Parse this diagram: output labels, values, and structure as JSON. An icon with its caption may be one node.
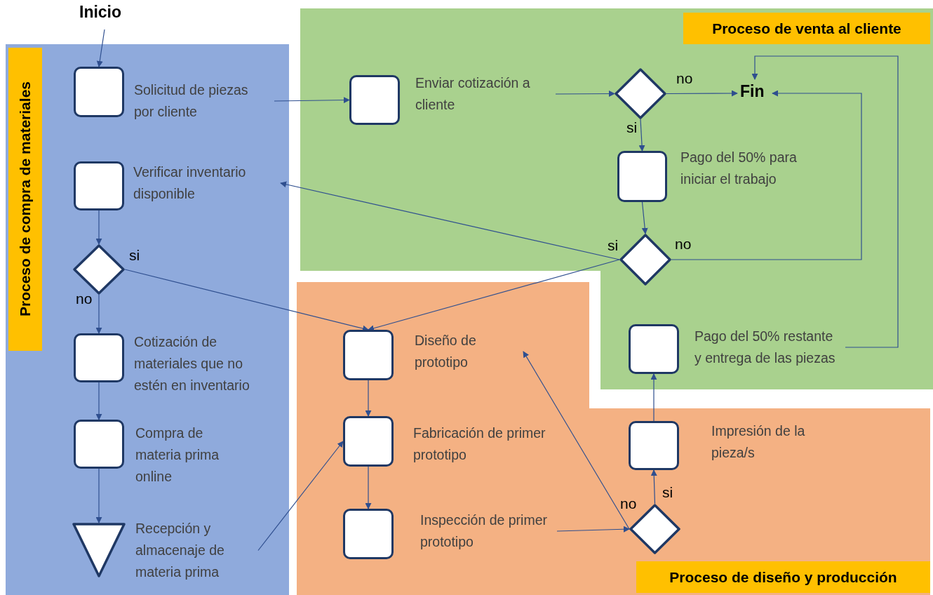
{
  "diagram": {
    "nodes": [
      {
        "text": [
          "Inicio"
        ]
      },
      {
        "text": [
          "Proceso de compra de materiales"
        ]
      },
      {
        "text": [
          "Proceso de venta al cliente"
        ]
      },
      {
        "text": [
          "Proceso de diseño y producción"
        ]
      },
      {
        "text": [],
        "shape": "box",
        "in": 1,
        "beside": [
          "Solicitud de piezas por cliente"
        ]
      },
      {
        "text": [],
        "shape": "box",
        "in": 1,
        "beside": [
          "Verificar inventario disponible"
        ]
      },
      {
        "text": [],
        "shape": "diamond",
        "in": 1
      },
      {
        "text": [],
        "shape": "box",
        "in": 1,
        "beside": [
          "Cotización de materiales que no estén en inventario"
        ]
      },
      {
        "text": [],
        "shape": "box",
        "in": 1,
        "beside": [
          "Compra de materia prima online"
        ]
      },
      {
        "text": [],
        "shape": "triangle",
        "in": 1,
        "beside": [
          "Recepción y almacenaje de materia prima"
        ]
      },
      {
        "text": [],
        "shape": "box",
        "in": 2,
        "beside": [
          "Enviar cotización a cliente"
        ]
      },
      {
        "text": [],
        "shape": "diamond",
        "in": 2
      },
      {
        "text": [
          "Fin"
        ],
        "in": 2
      },
      {
        "text": [],
        "shape": "box",
        "in": 2,
        "beside": [
          "Pago del 50% para iniciar el trabajo"
        ]
      },
      {
        "text": [],
        "shape": "diamond",
        "in": 2
      },
      {
        "text": [],
        "shape": "box",
        "in": 2,
        "beside": [
          "Pago del 50% restante y entrega de las piezas"
        ]
      },
      {
        "text": [],
        "shape": "box",
        "in": 3,
        "beside": [
          "Diseño de prototipo"
        ]
      },
      {
        "text": [],
        "shape": "box",
        "in": 3,
        "beside": [
          "Fabricación de primer prototipo"
        ]
      },
      {
        "text": [],
        "shape": "box",
        "in": 3,
        "beside": [
          "Inspección de primer prototipo"
        ]
      },
      {
        "text": [],
        "shape": "diamond",
        "in": 3
      },
      {
        "text": [],
        "shape": "box",
        "in": 3,
        "beside": [
          "Impresión de la pieza/s"
        ]
      }
    ],
    "edges": [
      {
        "from": 0,
        "to": 4,
        "arrow": "to"
      },
      {
        "from": 4,
        "to": 10,
        "arrow": "to"
      },
      {
        "from": 10,
        "to": 11,
        "arrow": "to"
      },
      {
        "from": 11,
        "to": 12,
        "arrow": "to",
        "label": "no"
      },
      {
        "from": 11,
        "to": 13,
        "arrow": "to",
        "label": "si"
      },
      {
        "from": 13,
        "to": 14,
        "arrow": "to"
      },
      {
        "from": 14,
        "to": 12,
        "arrow": "to",
        "label": "no"
      },
      {
        "from": 14,
        "to": 5,
        "arrow": "to",
        "label": "si"
      },
      {
        "from": 14,
        "to": 16,
        "arrow": "to"
      },
      {
        "from": 5,
        "to": 6,
        "arrow": "to"
      },
      {
        "from": 6,
        "to": 16,
        "arrow": "to",
        "label": "si"
      },
      {
        "from": 6,
        "to": 7,
        "arrow": "to",
        "label": "no"
      },
      {
        "from": 7,
        "to": 8,
        "arrow": "to"
      },
      {
        "from": 8,
        "to": 9,
        "arrow": "to"
      },
      {
        "from": 9,
        "to": 17,
        "arrow": "to"
      },
      {
        "from": 16,
        "to": 17,
        "arrow": "to"
      },
      {
        "from": 17,
        "to": 18,
        "arrow": "to"
      },
      {
        "from": 18,
        "to": 19,
        "arrow": "to"
      },
      {
        "from": 19,
        "to": 20,
        "arrow": "to",
        "label": "si"
      },
      {
        "from": 19,
        "to": 16,
        "arrow": "to",
        "label": "no"
      },
      {
        "from": 20,
        "to": 15,
        "arrow": "to"
      },
      {
        "from": 15,
        "to": 12,
        "arrow": "to"
      }
    ]
  }
}
